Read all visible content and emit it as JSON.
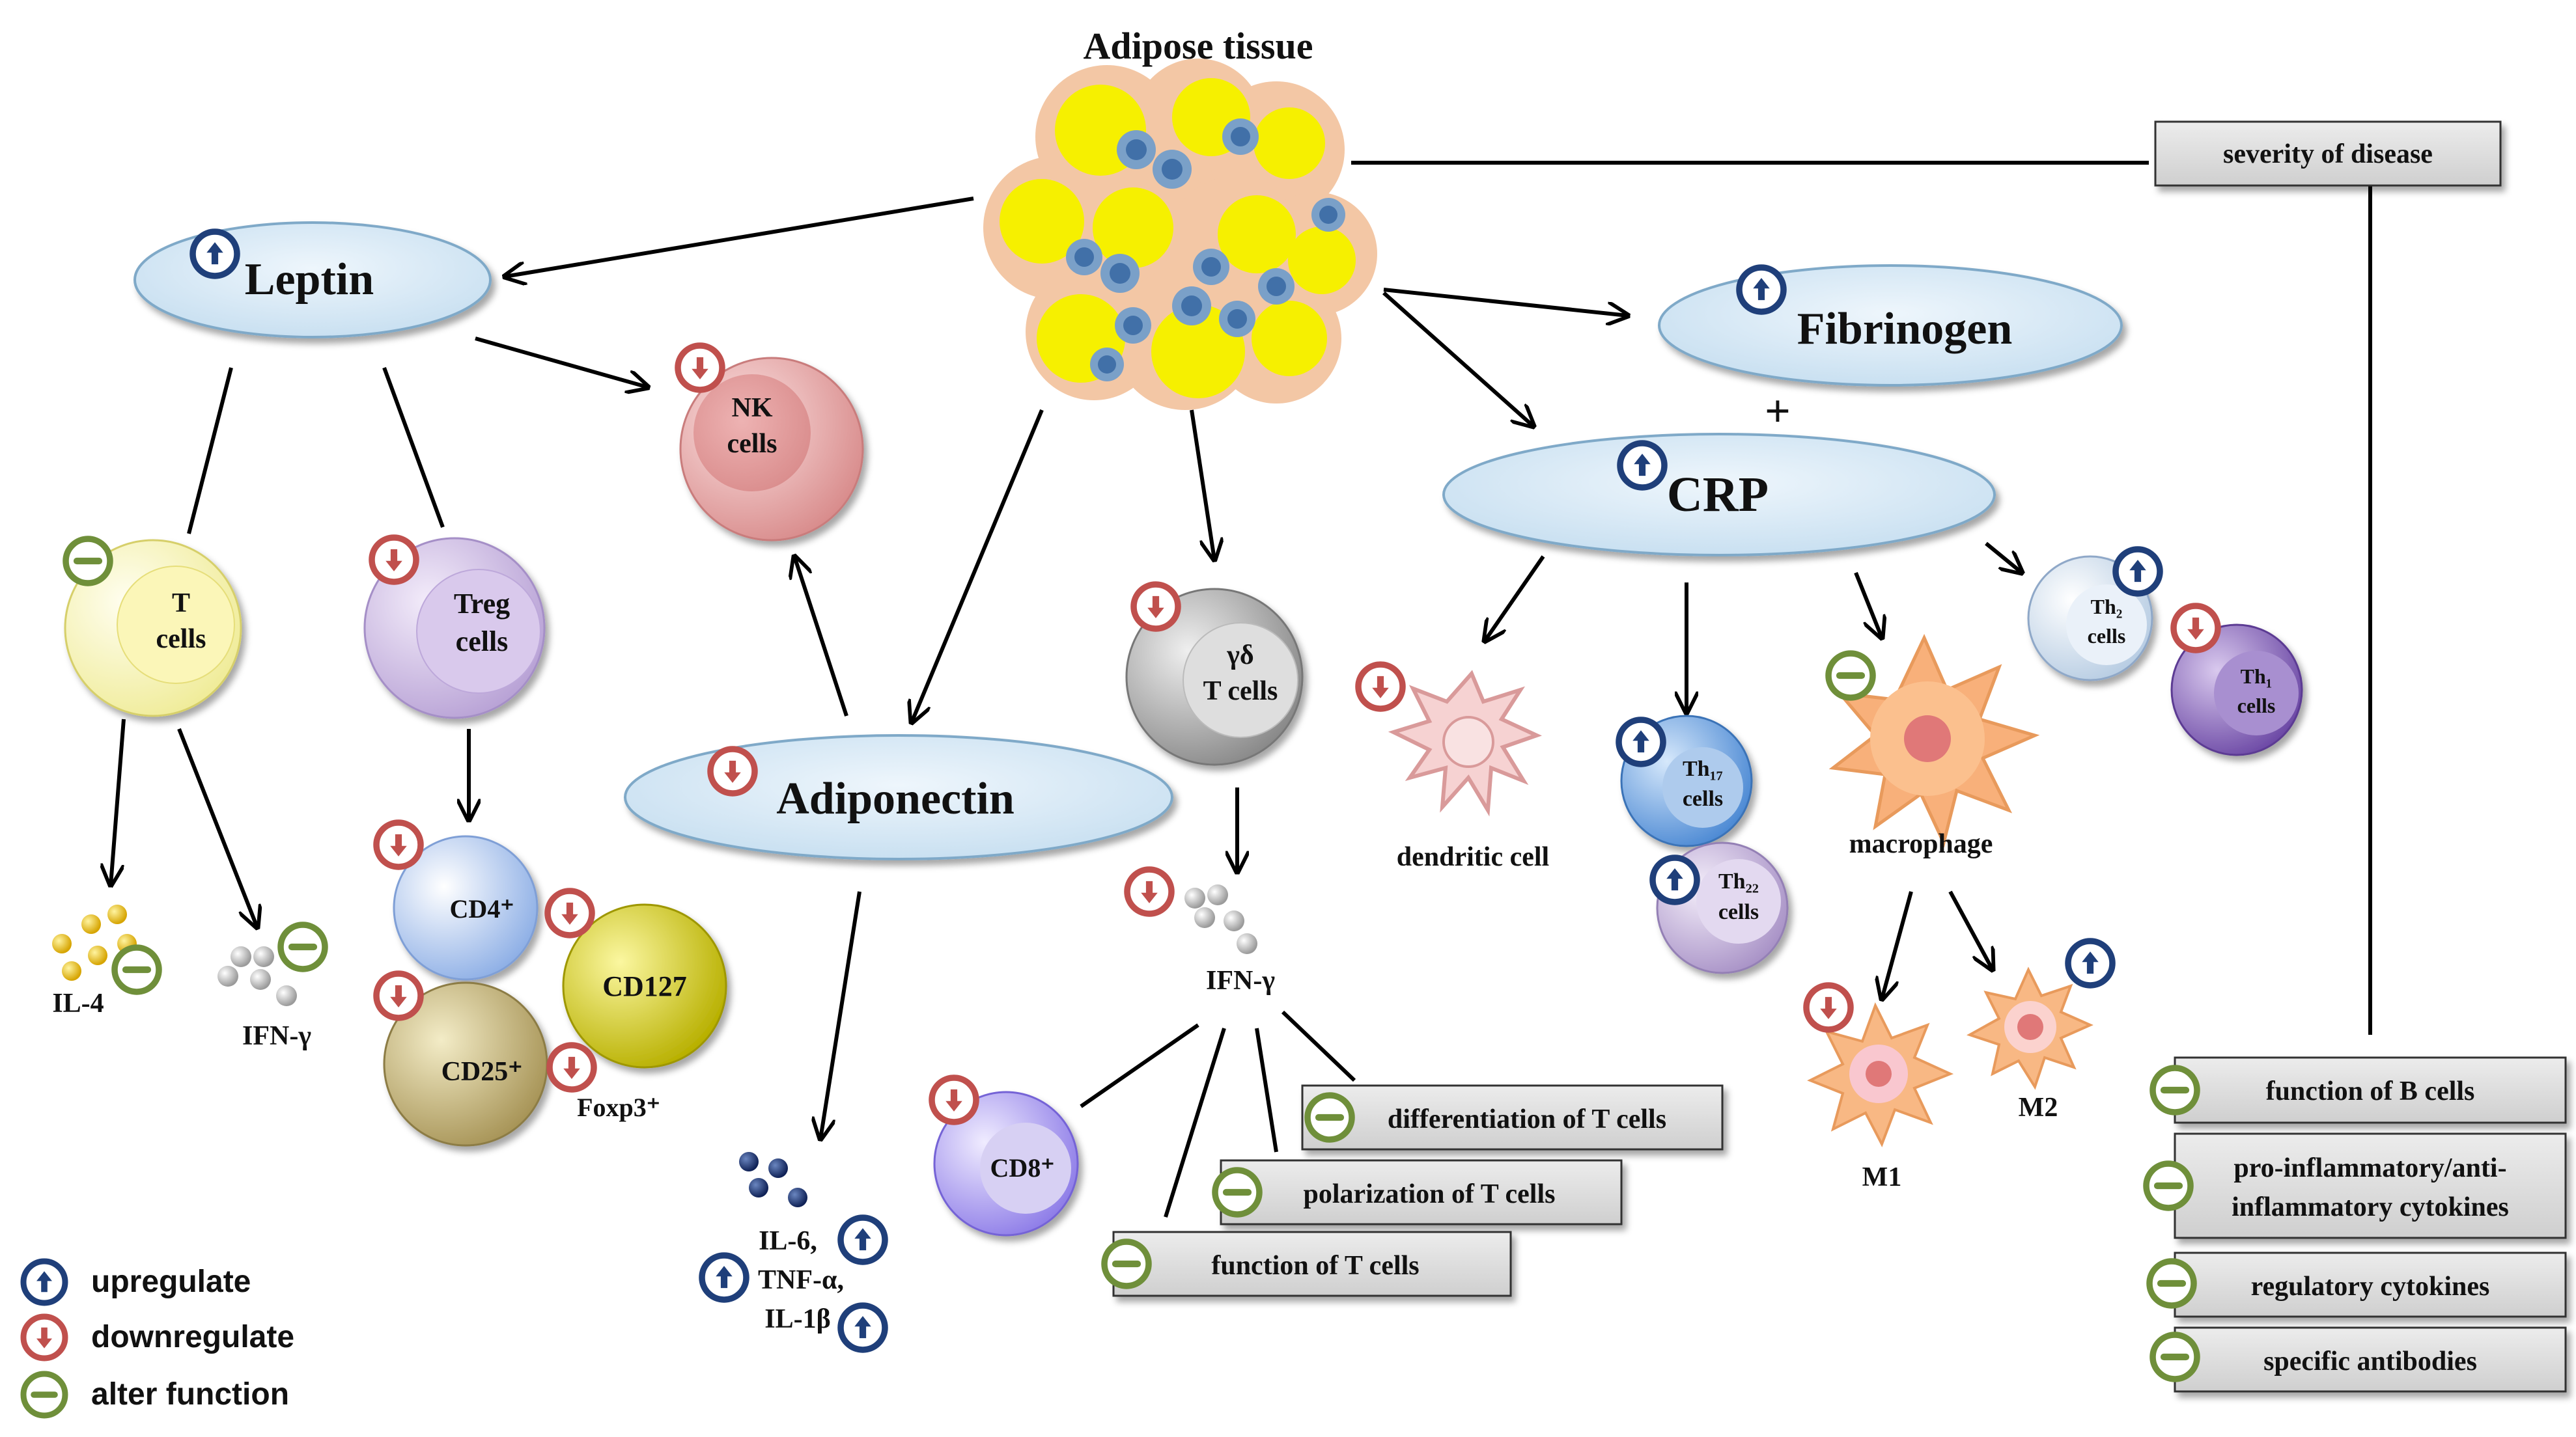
{
  "title": "Adipose tissue",
  "severity_box": "severity of disease",
  "mediators": {
    "leptin": "Leptin",
    "adiponectin": "Adiponectin",
    "fibrinogen": "Fibrinogen",
    "crp": "CRP",
    "plus": "+"
  },
  "cells": {
    "nk": [
      "NK",
      "cells"
    ],
    "t": [
      "T",
      "cells"
    ],
    "treg": [
      "Treg",
      "cells"
    ],
    "gd": [
      "γδ",
      "T cells"
    ],
    "cd4": "CD4⁺",
    "cd127": "CD127",
    "cd25": "CD25⁺",
    "foxp3": "Foxp3⁺",
    "cd8": "CD8⁺",
    "dendritic": "dendritic cell",
    "th17": [
      "Th₁₇",
      "cells"
    ],
    "th22": [
      "Th₂₂",
      "cells"
    ],
    "macrophage": "macrophage",
    "th2": [
      "Th₂",
      "cells"
    ],
    "th1": [
      "Th₁",
      "cells"
    ],
    "m1": "M1",
    "m2": "M2"
  },
  "cytokines": {
    "il4": "IL-4",
    "ifng_left": "IFN-γ",
    "ifng_mid": "IFN-γ",
    "il6": "IL-6,",
    "tnfa": "TNF-α,",
    "il1b": "IL-1β"
  },
  "effects_t": [
    "differentiation  of T cells",
    "polarization  of T cells",
    "function of  T cells"
  ],
  "effects_b": [
    "function of  B cells",
    "pro-inflammatory/anti-",
    "inflammatory cytokines",
    "regulatory cytokines",
    "specific antibodies"
  ],
  "legend": {
    "up": "upregulate",
    "down": "downregulate",
    "alter": "alter function"
  },
  "colors": {
    "up": "#1f3f7a",
    "down": "#c0504d",
    "alter": "#6f8f3a",
    "yellow": "#f5f200",
    "ellipse": "#d6e8f4"
  }
}
